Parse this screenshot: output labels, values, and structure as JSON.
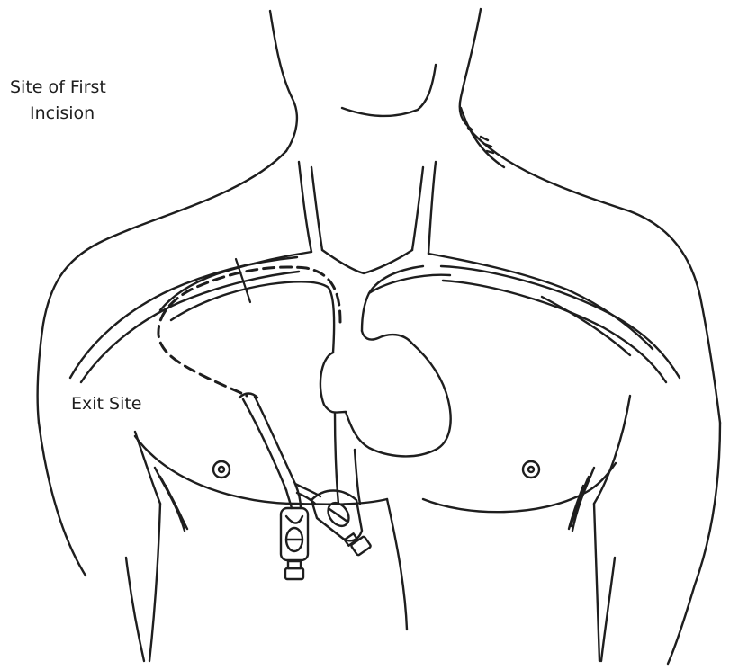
{
  "labels": {
    "first_incision_line1": "Site of First",
    "first_incision_line2": "Incision",
    "exit_site": "Exit Site"
  },
  "colors": {
    "ink": "#1e1e1e",
    "background": "#ffffff"
  }
}
